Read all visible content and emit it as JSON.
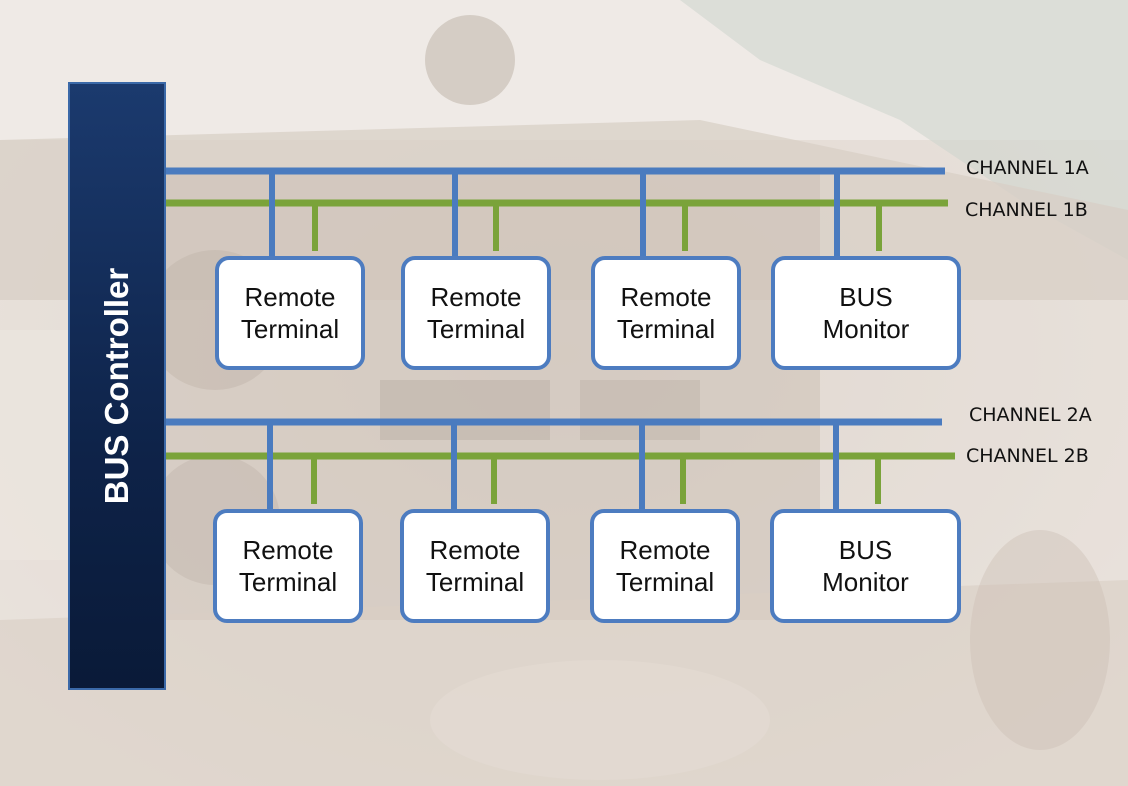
{
  "colors": {
    "channel_a": "#4a7bbf",
    "channel_b": "#7aa33a",
    "node_border": "#4d7cc0",
    "controller_fill": "#0e2349"
  },
  "controller": {
    "label": "BUS Controller"
  },
  "bus_groups": [
    {
      "channel_a_label": "CHANNEL 1A",
      "channel_b_label": "CHANNEL 1B",
      "nodes": [
        {
          "line1": "Remote",
          "line2": "Terminal"
        },
        {
          "line1": "Remote",
          "line2": "Terminal"
        },
        {
          "line1": "Remote",
          "line2": "Terminal"
        },
        {
          "line1": "BUS",
          "line2": "Monitor"
        }
      ]
    },
    {
      "channel_a_label": "CHANNEL 2A",
      "channel_b_label": "CHANNEL 2B",
      "nodes": [
        {
          "line1": "Remote",
          "line2": "Terminal"
        },
        {
          "line1": "Remote",
          "line2": "Terminal"
        },
        {
          "line1": "Remote",
          "line2": "Terminal"
        },
        {
          "line1": "BUS",
          "line2": "Monitor"
        }
      ]
    }
  ]
}
